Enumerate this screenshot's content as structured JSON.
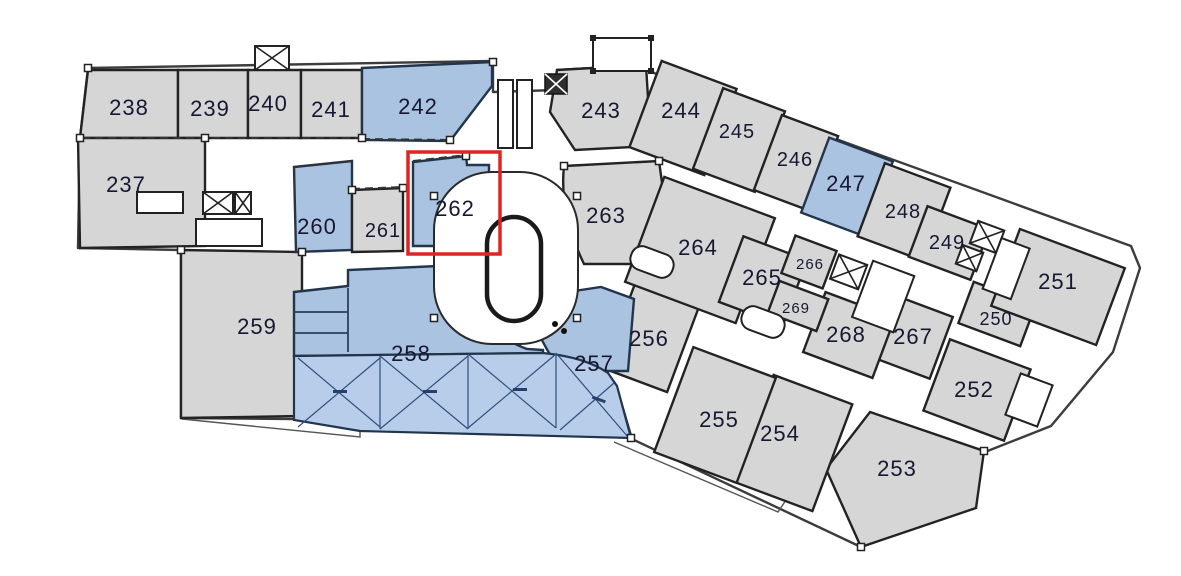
{
  "plan": {
    "type": "building-floor-plan",
    "highlighted_room": "262"
  },
  "palette": {
    "standard_fill": "#d6d6d6",
    "available_fill": "#a9c3e1",
    "available_wall": "#23344d",
    "terrace_fill": "#b7cde9",
    "wall": "#232323",
    "label_ink": "#171731",
    "highlight": "#e02424",
    "background": "#ffffff"
  },
  "rooms": [
    {
      "number": "238",
      "color": "gray"
    },
    {
      "number": "239",
      "color": "gray"
    },
    {
      "number": "240",
      "color": "gray"
    },
    {
      "number": "241",
      "color": "gray"
    },
    {
      "number": "242",
      "color": "blue"
    },
    {
      "number": "243",
      "color": "gray"
    },
    {
      "number": "237",
      "color": "gray"
    },
    {
      "number": "259",
      "color": "gray"
    },
    {
      "number": "260",
      "color": "blue"
    },
    {
      "number": "261",
      "color": "gray"
    },
    {
      "number": "262",
      "color": "blue",
      "selected": true
    },
    {
      "number": "263",
      "color": "gray"
    },
    {
      "number": "244",
      "color": "gray"
    },
    {
      "number": "245",
      "color": "gray"
    },
    {
      "number": "246",
      "color": "gray"
    },
    {
      "number": "247",
      "color": "blue"
    },
    {
      "number": "248",
      "color": "gray"
    },
    {
      "number": "249",
      "color": "gray"
    },
    {
      "number": "250",
      "color": "gray"
    },
    {
      "number": "251",
      "color": "gray"
    },
    {
      "number": "252",
      "color": "gray"
    },
    {
      "number": "253",
      "color": "gray"
    },
    {
      "number": "254",
      "color": "gray"
    },
    {
      "number": "255",
      "color": "gray"
    },
    {
      "number": "256",
      "color": "gray"
    },
    {
      "number": "257",
      "color": "blue"
    },
    {
      "number": "258",
      "color": "blue"
    },
    {
      "number": "264",
      "color": "gray"
    },
    {
      "number": "265",
      "color": "gray"
    },
    {
      "number": "266",
      "color": "gray"
    },
    {
      "number": "267",
      "color": "gray"
    },
    {
      "number": "268",
      "color": "gray"
    },
    {
      "number": "269",
      "color": "gray"
    }
  ]
}
